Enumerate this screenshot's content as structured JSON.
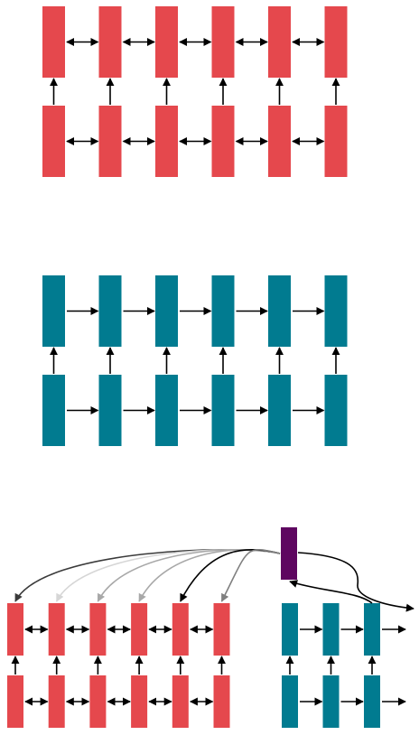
{
  "colors": {
    "red": "#e5484d",
    "teal": "#017b90",
    "purple": "#5e0660",
    "arrow": "#000000",
    "attention_gray_dark": "#3a3a3a",
    "attention_gray_light": "#d6d6d6",
    "attention_gray_mid": "#a8a8a8",
    "attention_gray": "#808080"
  },
  "panels": [
    {
      "name": "bidirectional-rnn",
      "color_key": "red",
      "layers": 2,
      "steps": 6,
      "horizontal": "bidirectional"
    },
    {
      "name": "unidirectional-rnn",
      "color_key": "teal",
      "layers": 2,
      "steps": 6,
      "horizontal": "forward"
    },
    {
      "name": "attention-encoder-decoder",
      "encoder": {
        "color_key": "red",
        "layers": 2,
        "steps": 6,
        "horizontal": "bidirectional"
      },
      "decoder": {
        "color_key": "teal",
        "layers": 2,
        "steps": 3,
        "horizontal": "forward"
      },
      "context_color_key": "purple",
      "attention_shades": [
        "attention_gray_dark",
        "attention_gray_light",
        "attention_gray_mid",
        "attention_gray_mid",
        "arrow",
        "attention_gray"
      ]
    }
  ]
}
